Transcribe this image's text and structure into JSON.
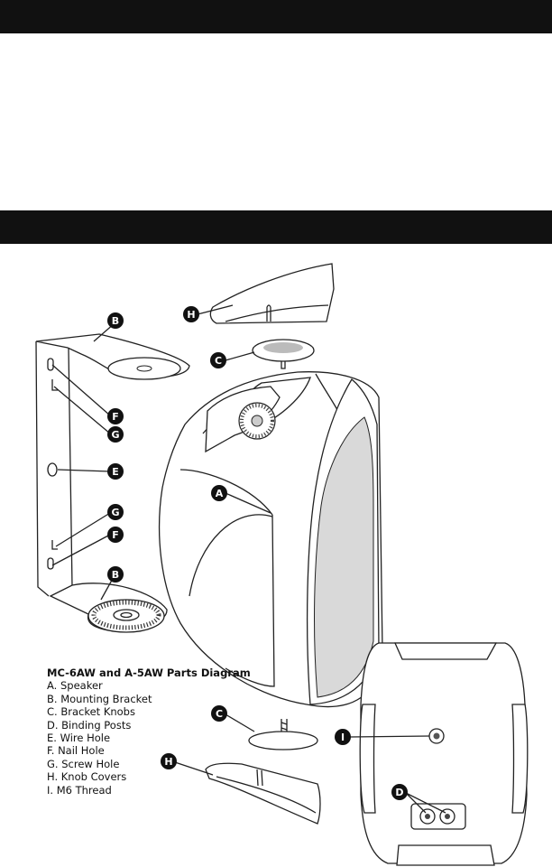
{
  "legend": {
    "title": "MC-6AW and A-5AW Parts Diagram",
    "items": [
      "A. Speaker",
      "B. Mounting Bracket",
      "C. Bracket Knobs",
      "D. Binding Posts",
      "E. Wire Hole",
      "F. Nail Hole",
      "G. Screw Hole",
      "H. Knob Covers",
      "I.  M6 Thread"
    ]
  },
  "callouts": {
    "a": "A",
    "b": "B",
    "c": "C",
    "d": "D",
    "e": "E",
    "f": "F",
    "g": "G",
    "h": "H",
    "i": "I"
  }
}
